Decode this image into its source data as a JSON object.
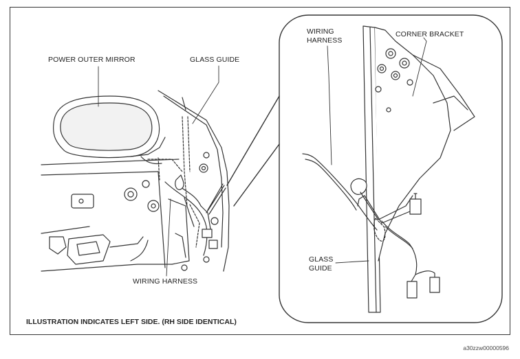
{
  "labels": {
    "power_outer_mirror": "POWER OUTER MIRROR",
    "glass_guide_main": "GLASS GUIDE",
    "wiring_harness_main": "WIRING HARNESS",
    "wiring_harness_inset_line1": "WIRING",
    "wiring_harness_inset_line2": "HARNESS",
    "corner_bracket": "CORNER BRACKET",
    "glass_guide_inset_line1": "GLASS",
    "glass_guide_inset_line2": "GUIDE"
  },
  "caption": "ILLUSTRATION INDICATES LEFT SIDE. (RH SIDE IDENTICAL)",
  "figure_code": "a30zzw00000596"
}
